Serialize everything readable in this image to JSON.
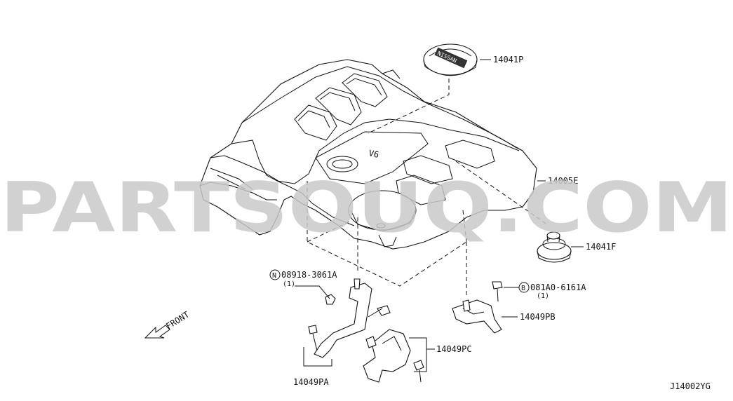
{
  "watermark": "PARTSOUQ.COM",
  "diagram_code": "J14002YG",
  "direction_label": "FRONT",
  "callouts": {
    "cap": "14041P",
    "cover": "14005E",
    "grommet": "14041F",
    "bracket_b": "14049PB",
    "bracket_c": "14049PC",
    "bracket_a": "14049PA",
    "nut_part": "08918-3061A",
    "nut_qty": "(1)",
    "nut_symbol": "N",
    "bolt_part": "081A0-6161A",
    "bolt_qty": "(1)",
    "bolt_symbol": "B"
  },
  "cap_logo": "NISSAN",
  "engine_badge": "V6"
}
